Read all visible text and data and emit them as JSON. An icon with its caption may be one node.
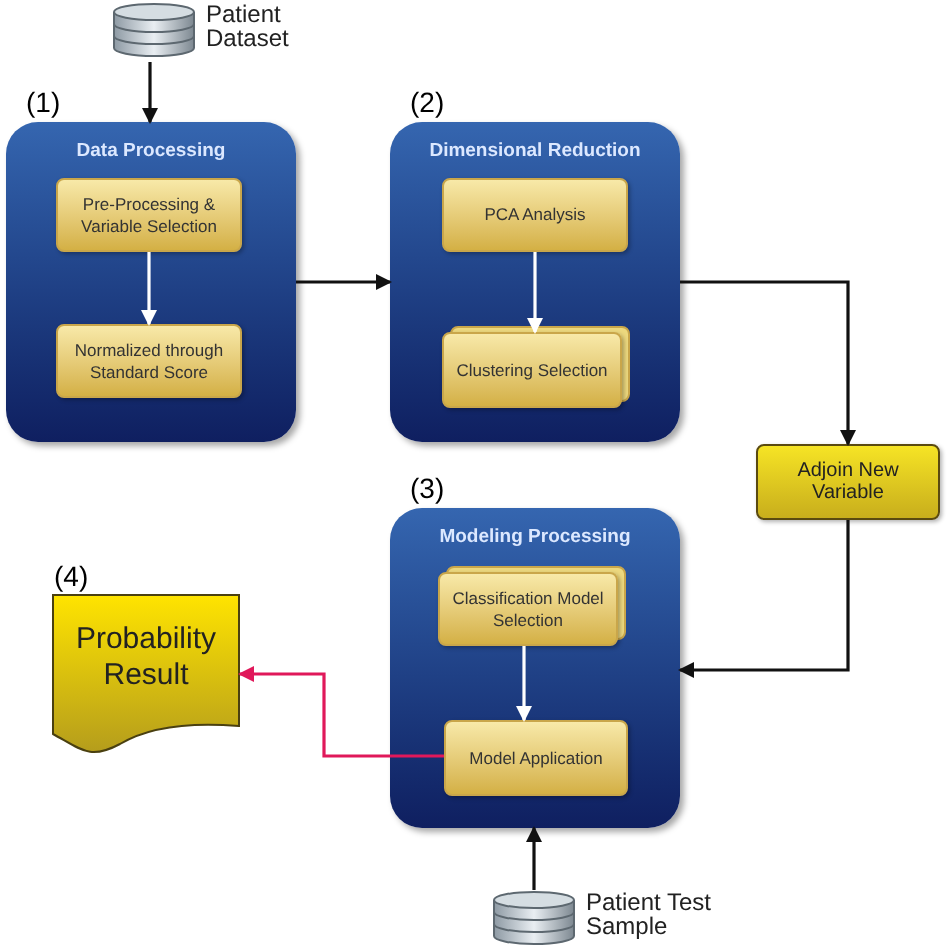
{
  "diagram": {
    "nodes": [
      {
        "text": [
          "Patient Dataset"
        ]
      },
      {
        "text": [
          "(1)",
          "Data Processing"
        ]
      },
      {
        "text": [
          "Pre-Processing & Variable Selection"
        ],
        "in": 1
      },
      {
        "text": [
          "Normalized through Standard Score"
        ],
        "in": 1
      },
      {
        "text": [
          "(2)",
          "Dimensional Reduction"
        ]
      },
      {
        "text": [
          "PCA Analysis"
        ],
        "in": 4
      },
      {
        "text": [
          "Clustering Selection"
        ],
        "in": 4
      },
      {
        "text": [
          "Adjoin New Variable"
        ]
      },
      {
        "text": [
          "(3)",
          "Modeling Processing"
        ]
      },
      {
        "text": [
          "Classification Model Selection"
        ],
        "in": 8
      },
      {
        "text": [
          "Model Application"
        ],
        "in": 8
      },
      {
        "text": [
          "(4)",
          "Probability Result"
        ]
      },
      {
        "text": [
          "Patient Test Sample"
        ]
      }
    ],
    "edges": [
      {
        "from": 0,
        "to": 1,
        "arrow": "to"
      },
      {
        "from": 2,
        "to": 3,
        "arrow": "to",
        "color": "#ffffff"
      },
      {
        "from": 1,
        "to": 4,
        "arrow": "to"
      },
      {
        "from": 5,
        "to": 6,
        "arrow": "to",
        "color": "#ffffff"
      },
      {
        "from": 4,
        "to": 7,
        "arrow": "to"
      },
      {
        "from": 7,
        "to": 8,
        "arrow": "to"
      },
      {
        "from": 9,
        "to": 10,
        "arrow": "to",
        "color": "#ffffff"
      },
      {
        "from": 10,
        "to": 11,
        "arrow": "to",
        "color": "#e0185a"
      },
      {
        "from": 12,
        "to": 8,
        "arrow": "to"
      }
    ]
  }
}
